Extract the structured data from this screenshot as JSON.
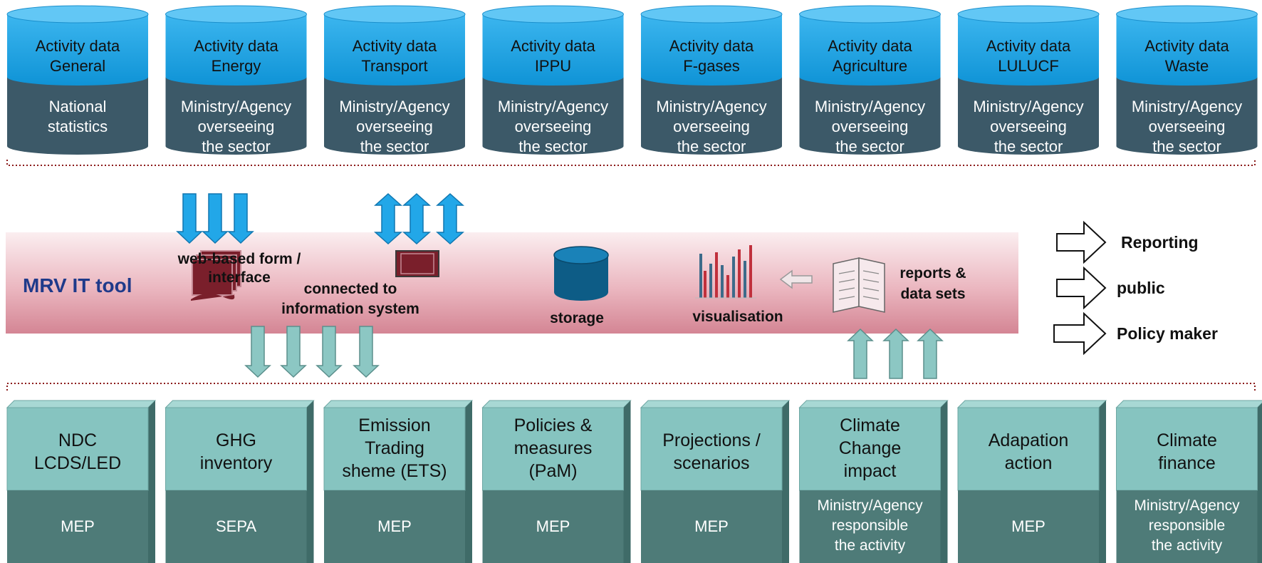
{
  "data_sources": [
    {
      "title_lines": [
        "Activity data",
        "General"
      ],
      "owner_lines": [
        "National",
        "statistics"
      ]
    },
    {
      "title_lines": [
        "Activity data",
        "Energy"
      ],
      "owner_lines": [
        "Ministry/Agency",
        "overseeing",
        "the sector"
      ]
    },
    {
      "title_lines": [
        "Activity data",
        "Transport"
      ],
      "owner_lines": [
        "Ministry/Agency",
        "overseeing",
        "the sector"
      ]
    },
    {
      "title_lines": [
        "Activity data",
        "IPPU"
      ],
      "owner_lines": [
        "Ministry/Agency",
        "overseeing",
        "the sector"
      ]
    },
    {
      "title_lines": [
        "Activity data",
        "F-gases"
      ],
      "owner_lines": [
        "Ministry/Agency",
        "overseeing",
        "the sector"
      ]
    },
    {
      "title_lines": [
        "Activity data",
        "Agriculture"
      ],
      "owner_lines": [
        "Ministry/Agency",
        "overseeing",
        "the sector"
      ]
    },
    {
      "title_lines": [
        "Activity data",
        "LULUCF"
      ],
      "owner_lines": [
        "Ministry/Agency",
        "overseeing",
        "the sector"
      ]
    },
    {
      "title_lines": [
        "Activity data",
        "Waste"
      ],
      "owner_lines": [
        "Ministry/Agency",
        "overseeing",
        "the sector"
      ]
    }
  ],
  "tool": {
    "title": "MRV IT tool",
    "web_form_lines": [
      "web-based form /",
      "interface"
    ],
    "connected_lines": [
      "connected to",
      "information system"
    ],
    "storage": "storage",
    "visualisation": "visualisation",
    "reports_lines": [
      "reports &",
      "data sets"
    ]
  },
  "outputs": [
    "Reporting",
    "public",
    "Policy maker"
  ],
  "modules": [
    {
      "title_lines": [
        "NDC",
        "LCDS/LED"
      ],
      "owner_lines": [
        "MEP"
      ]
    },
    {
      "title_lines": [
        "GHG",
        "inventory"
      ],
      "owner_lines": [
        "SEPA"
      ]
    },
    {
      "title_lines": [
        "Emission",
        "Trading",
        "sheme (ETS)"
      ],
      "owner_lines": [
        "MEP"
      ]
    },
    {
      "title_lines": [
        "Policies &",
        "measures",
        "(PaM)"
      ],
      "owner_lines": [
        "MEP"
      ]
    },
    {
      "title_lines": [
        "Projections /",
        "scenarios"
      ],
      "owner_lines": [
        "MEP"
      ]
    },
    {
      "title_lines": [
        "Climate",
        "Change",
        "impact"
      ],
      "owner_lines": [
        "Ministry/Agency",
        "responsible",
        "the activity"
      ]
    },
    {
      "title_lines": [
        "Adapation",
        "action"
      ],
      "owner_lines": [
        "MEP"
      ]
    },
    {
      "title_lines": [
        "Climate",
        "finance"
      ],
      "owner_lines": [
        "Ministry/Agency",
        "responsible",
        "the activity"
      ]
    }
  ],
  "colors": {
    "cylinder_top": "#1aa0e0",
    "cylinder_bottom": "#3c5968",
    "tool_band": "#d98e9c",
    "module_top": "#86c4c0",
    "module_bottom": "#4e7b78",
    "arrow_blue": "#22a7e8",
    "arrow_teal": "#8cc7c3",
    "title_blue": "#1f3a8a"
  }
}
